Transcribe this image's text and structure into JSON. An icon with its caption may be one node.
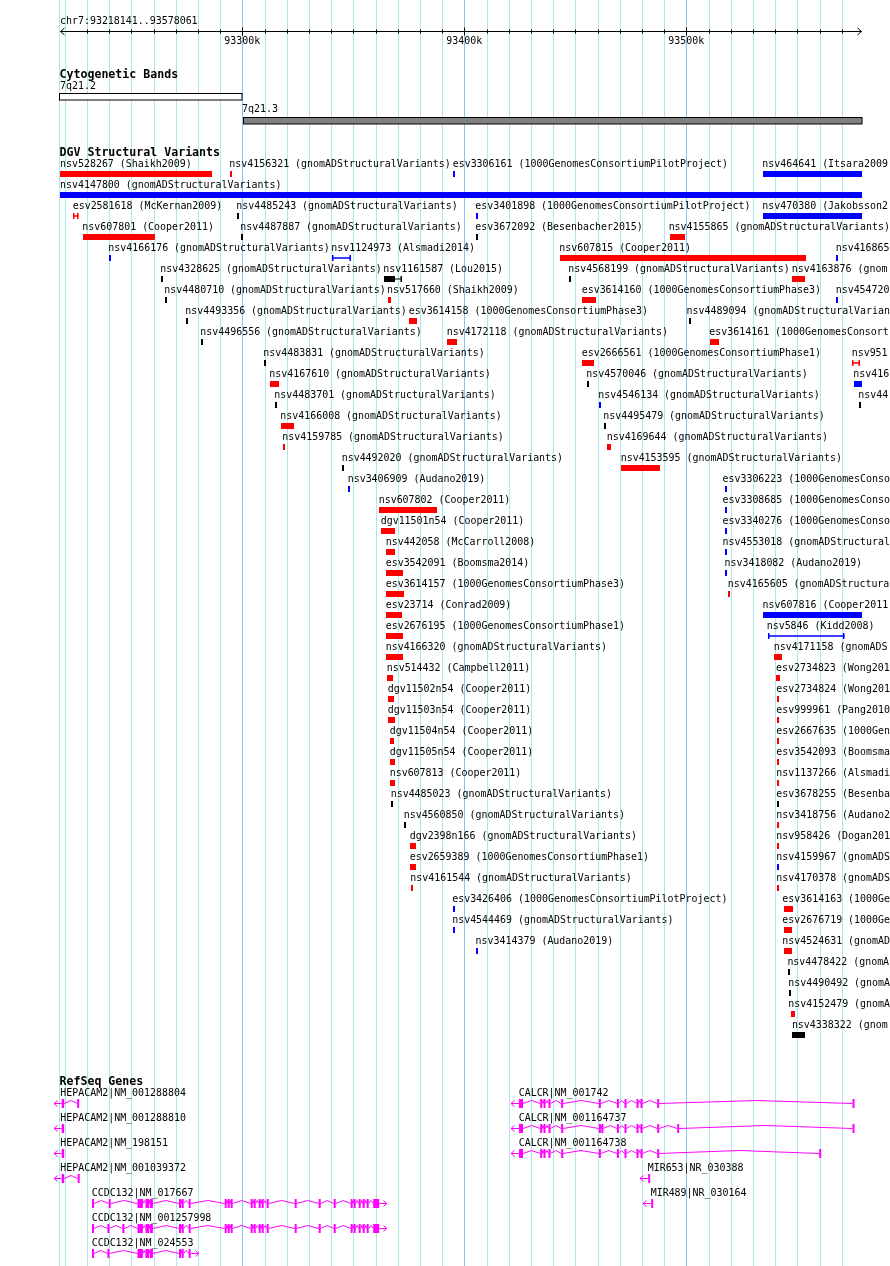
{
  "diagram": {
    "title": "chr7:93218141..93578061",
    "nodes": [
      {
        "text": [
          "7q21.2"
        ]
      },
      {
        "text": [
          "7q21.3"
        ]
      },
      {
        "text": [
          "nsv528267 (Shaikh2009)"
        ]
      },
      {
        "text": [
          "nsv4156321 (gnomADStructuralVariants)"
        ]
      },
      {
        "text": [
          "esv3306161 (1000GenomesConsortiumPilotProject)"
        ]
      },
      {
        "text": [
          "nsv464641 (Itsara2009"
        ]
      },
      {
        "text": [
          "nsv4147800 (gnomADStructuralVariants)"
        ]
      },
      {
        "text": [
          "esv2581618 (McKernan2009)"
        ]
      },
      {
        "text": [
          "nsv4485243 (gnomADStructuralVariants)"
        ]
      },
      {
        "text": [
          "esv3401898 (1000GenomesConsortiumPilotProject)"
        ]
      },
      {
        "text": [
          "nsv470380 (Jakobsson2"
        ]
      },
      {
        "text": [
          "nsv607801 (Cooper2011)"
        ]
      },
      {
        "text": [
          "nsv4487887 (gnomADStructuralVariants)"
        ]
      },
      {
        "text": [
          "esv3672092 (Besenbacher2015)"
        ]
      },
      {
        "text": [
          "nsv4155865 (gnomADStructuralVariants)"
        ]
      },
      {
        "text": [
          "nsv4166176 (gnomADStructuralVariants)"
        ]
      },
      {
        "text": [
          "nsv1124973 (Alsmadi2014)"
        ]
      },
      {
        "text": [
          "nsv607815 (Cooper2011)"
        ]
      },
      {
        "text": [
          "nsv416865"
        ]
      },
      {
        "text": [
          "nsv4328625 (gnomADStructuralVariants)"
        ]
      },
      {
        "text": [
          "nsv1161587 (Lou2015)"
        ]
      },
      {
        "text": [
          "nsv4568199 (gnomADStructuralVariants)"
        ]
      },
      {
        "text": [
          "nsv4163876 (gnom"
        ]
      },
      {
        "text": [
          "nsv4480710 (gnomADStructuralVariants)"
        ]
      },
      {
        "text": [
          "nsv517660 (Shaikh2009)"
        ]
      },
      {
        "text": [
          "esv3614160 (1000GenomesConsortiumPhase3)"
        ]
      },
      {
        "text": [
          "nsv454720"
        ]
      },
      {
        "text": [
          "nsv4493356 (gnomADStructuralVariants)"
        ]
      },
      {
        "text": [
          "esv3614158 (1000GenomesConsortiumPhase3)"
        ]
      },
      {
        "text": [
          "nsv4489094 (gnomADStructuralVarian"
        ]
      },
      {
        "text": [
          "nsv4496556 (gnomADStructuralVariants)"
        ]
      },
      {
        "text": [
          "nsv4172118 (gnomADStructuralVariants)"
        ]
      },
      {
        "text": [
          "esv3614161 (1000GenomesConsort"
        ]
      },
      {
        "text": [
          "nsv4483831 (gnomADStructuralVariants)"
        ]
      },
      {
        "text": [
          "esv2666561 (1000GenomesConsortiumPhase1)"
        ]
      },
      {
        "text": [
          "nsv951"
        ]
      },
      {
        "text": [
          "nsv4167610 (gnomADStructuralVariants)"
        ]
      },
      {
        "text": [
          "nsv4570046 (gnomADStructuralVariants)"
        ]
      },
      {
        "text": [
          "nsv416"
        ]
      },
      {
        "text": [
          "nsv4483701 (gnomADStructuralVariants)"
        ]
      },
      {
        "text": [
          "nsv4546134 (gnomADStructuralVariants)"
        ]
      },
      {
        "text": [
          "nsv44"
        ]
      },
      {
        "text": [
          "nsv4166008 (gnomADStructuralVariants)"
        ]
      },
      {
        "text": [
          "nsv4495479 (gnomADStructuralVariants)"
        ]
      },
      {
        "text": [
          "nsv4159785 (gnomADStructuralVariants)"
        ]
      },
      {
        "text": [
          "nsv4169644 (gnomADStructuralVariants)"
        ]
      },
      {
        "text": [
          "nsv4492020 (gnomADStructuralVariants)"
        ]
      },
      {
        "text": [
          "nsv4153595 (gnomADStructuralVariants)"
        ]
      },
      {
        "text": [
          "nsv3406909 (Audano2019)"
        ]
      },
      {
        "text": [
          "esv3306223 (1000GenomesConso"
        ]
      },
      {
        "text": [
          "nsv607802 (Cooper2011)"
        ]
      },
      {
        "text": [
          "esv3308685 (1000GenomesConso"
        ]
      },
      {
        "text": [
          "dgv11501n54 (Cooper2011)"
        ]
      },
      {
        "text": [
          "esv3340276 (1000GenomesConso"
        ]
      },
      {
        "text": [
          "nsv442058 (McCarroll2008)"
        ]
      },
      {
        "text": [
          "nsv4553018 (gnomADStructural"
        ]
      },
      {
        "text": [
          "esv3542091 (Boomsma2014)"
        ]
      },
      {
        "text": [
          "nsv3418082 (Audano2019)"
        ]
      },
      {
        "text": [
          "esv3614157 (1000GenomesConsortiumPhase3)"
        ]
      },
      {
        "text": [
          "nsv4165605 (gnomADStructura"
        ]
      },
      {
        "text": [
          "esv23714 (Conrad2009)"
        ]
      },
      {
        "text": [
          "nsv607816 (Cooper2011"
        ]
      },
      {
        "text": [
          "esv2676195 (1000GenomesConsortiumPhase1)"
        ]
      },
      {
        "text": [
          "nsv5846 (Kidd2008)"
        ]
      },
      {
        "text": [
          "nsv4166320 (gnomADStructuralVariants)"
        ]
      },
      {
        "text": [
          "nsv4171158 (gnomADS"
        ]
      },
      {
        "text": [
          "nsv514432 (Campbell2011)"
        ]
      },
      {
        "text": [
          "esv2734823 (Wong201"
        ]
      },
      {
        "text": [
          "dgv11502n54 (Cooper2011)"
        ]
      },
      {
        "text": [
          "esv2734824 (Wong201"
        ]
      },
      {
        "text": [
          "dgv11503n54 (Cooper2011)"
        ]
      },
      {
        "text": [
          "esv999961 (Pang2010"
        ]
      },
      {
        "text": [
          "dgv11504n54 (Cooper2011)"
        ]
      },
      {
        "text": [
          "esv2667635 (1000Gen"
        ]
      },
      {
        "text": [
          "dgv11505n54 (Cooper2011)"
        ]
      },
      {
        "text": [
          "esv3542093 (Boomsma"
        ]
      },
      {
        "text": [
          "nsv607813 (Cooper2011)"
        ]
      },
      {
        "text": [
          "nsv1137266 (Alsmadi"
        ]
      },
      {
        "text": [
          "nsv4485023 (gnomADStructuralVariants)"
        ]
      },
      {
        "text": [
          "esv3678255 (Besenba"
        ]
      },
      {
        "text": [
          "nsv4560850 (gnomADStructuralVariants)"
        ]
      },
      {
        "text": [
          "nsv3418756 (Audano2"
        ]
      },
      {
        "text": [
          "dgv2398n166 (gnomADStructuralVariants)"
        ]
      },
      {
        "text": [
          "nsv958426 (Dogan201"
        ]
      },
      {
        "text": [
          "esv2659389 (1000GenomesConsortiumPhase1)"
        ]
      },
      {
        "text": [
          "nsv4159967 (gnomADS"
        ]
      },
      {
        "text": [
          "nsv4161544 (gnomADStructuralVariants)"
        ]
      },
      {
        "text": [
          "nsv4170378 (gnomADS"
        ]
      },
      {
        "text": [
          "esv3426406 (1000GenomesConsortiumPilotProject)"
        ]
      },
      {
        "text": [
          "esv3614163 (1000Ge"
        ]
      },
      {
        "text": [
          "nsv4544469 (gnomADStructuralVariants)"
        ]
      },
      {
        "text": [
          "esv2676719 (1000Ge"
        ]
      },
      {
        "text": [
          "nsv3414379 (Audano2019)"
        ]
      },
      {
        "text": [
          "nsv4524631 (gnomAD"
        ]
      },
      {
        "text": [
          "nsv4478422 (gnomA"
        ]
      },
      {
        "text": [
          "nsv4490492 (gnomA"
        ]
      },
      {
        "text": [
          "nsv4152479 (gnomA"
        ]
      },
      {
        "text": [
          "nsv4338322 (gnom"
        ]
      },
      {
        "text": [
          "HEPACAM2|NM_001288804"
        ]
      },
      {
        "text": [
          "CALCR|NM_001742"
        ]
      },
      {
        "text": [
          "HEPACAM2|NM_001288810"
        ]
      },
      {
        "text": [
          "CALCR|NM_001164737"
        ]
      },
      {
        "text": [
          "HEPACAM2|NM_198151"
        ]
      },
      {
        "text": [
          "CALCR|NM_001164738"
        ]
      },
      {
        "text": [
          "HEPACAM2|NM_001039372"
        ]
      },
      {
        "text": [
          "MIR653|NR_030388"
        ]
      },
      {
        "text": [
          "CCDC132|NM_017667"
        ]
      },
      {
        "text": [
          "MIR489|NR_030164"
        ]
      },
      {
        "text": [
          "CCDC132|NM_001257998"
        ]
      },
      {
        "text": [
          "CCDC132|NM_024553"
        ]
      }
    ],
    "labels": [
      "93300k",
      "93400k",
      "93500k",
      "Cytogenetic Bands",
      "DGV Structural Variants",
      "RefSeq Genes"
    ]
  }
}
